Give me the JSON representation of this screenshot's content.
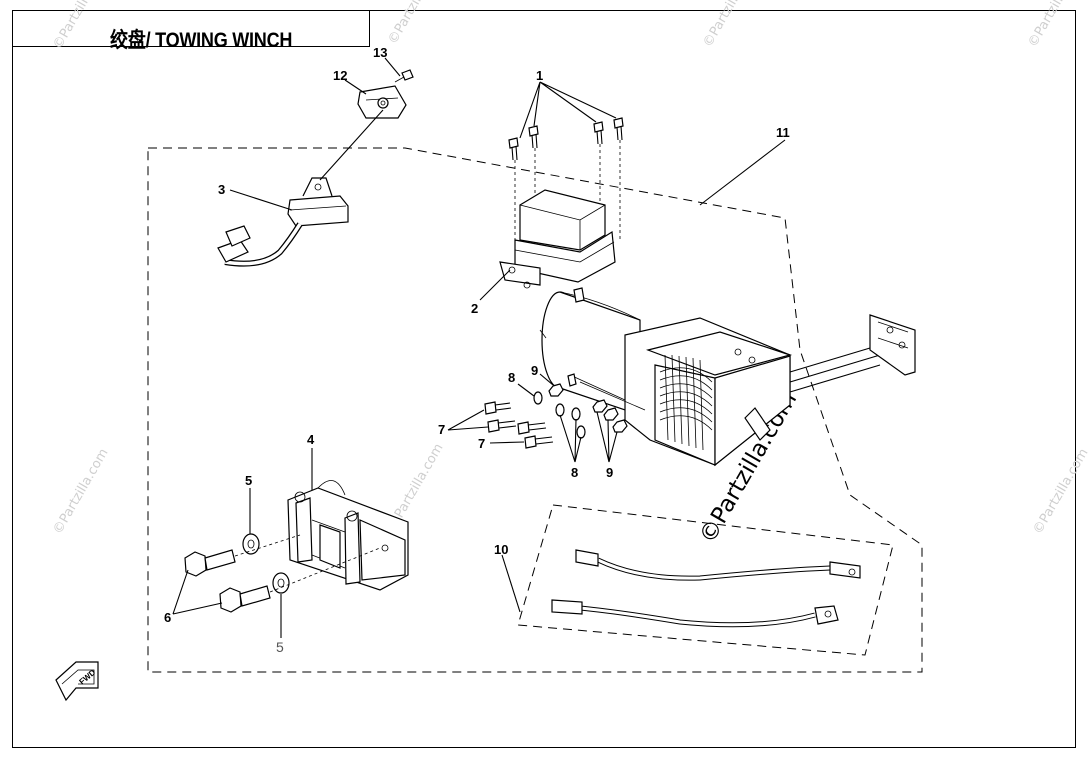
{
  "diagram": {
    "title": "绞盘/ TOWING WINCH",
    "watermark": "©Partzilla.com",
    "callouts": [
      {
        "id": "1",
        "label": "1"
      },
      {
        "id": "2",
        "label": "2"
      },
      {
        "id": "3",
        "label": "3"
      },
      {
        "id": "4",
        "label": "4"
      },
      {
        "id": "5a",
        "label": "5"
      },
      {
        "id": "5b",
        "label": "5"
      },
      {
        "id": "6",
        "label": "6"
      },
      {
        "id": "7a",
        "label": "7"
      },
      {
        "id": "7b",
        "label": "7"
      },
      {
        "id": "8a",
        "label": "8"
      },
      {
        "id": "8b",
        "label": "8"
      },
      {
        "id": "9a",
        "label": "9"
      },
      {
        "id": "9b",
        "label": "9"
      },
      {
        "id": "10",
        "label": "10"
      },
      {
        "id": "11",
        "label": "11"
      },
      {
        "id": "12",
        "label": "12"
      },
      {
        "id": "13",
        "label": "13"
      }
    ],
    "direction_badge": "FWD"
  }
}
